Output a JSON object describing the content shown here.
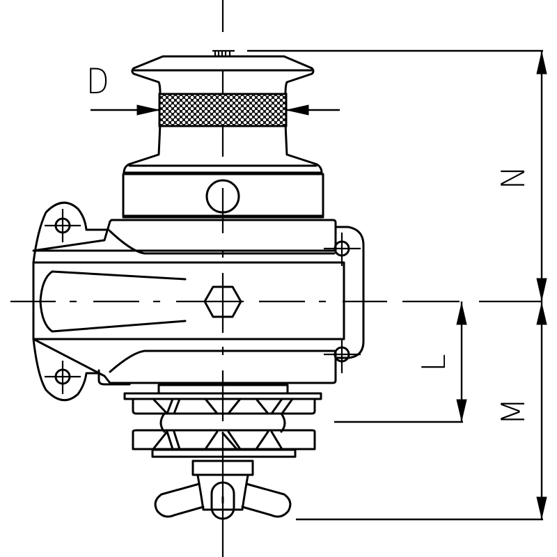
{
  "diagram": {
    "subject": "Vertical windlass / capstan with warping drum, gypsy and manual handle - side elevation",
    "line_color": "#000000",
    "background_color": "#ffffff",
    "dimensions": {
      "D": {
        "label": "D",
        "meaning": "drum diameter (horizontal arrows at knurled band)"
      },
      "N": {
        "label": "N",
        "meaning": "height from top of capstan to horizontal center line"
      },
      "L": {
        "label": "L",
        "meaning": "center line to gypsy bottom"
      },
      "M": {
        "label": "M",
        "meaning": "center line to bottom of handle"
      }
    },
    "components": [
      {
        "name": "top-cap-knob"
      },
      {
        "name": "warping-drum-flange"
      },
      {
        "name": "knurled-grip-band"
      },
      {
        "name": "drum-base-flange"
      },
      {
        "name": "collar-ring"
      },
      {
        "name": "motor-gear-housing"
      },
      {
        "name": "mounting-lugs",
        "count": 4
      },
      {
        "name": "hex-bolt"
      },
      {
        "name": "chain-gypsy"
      },
      {
        "name": "wing-handle"
      }
    ]
  }
}
